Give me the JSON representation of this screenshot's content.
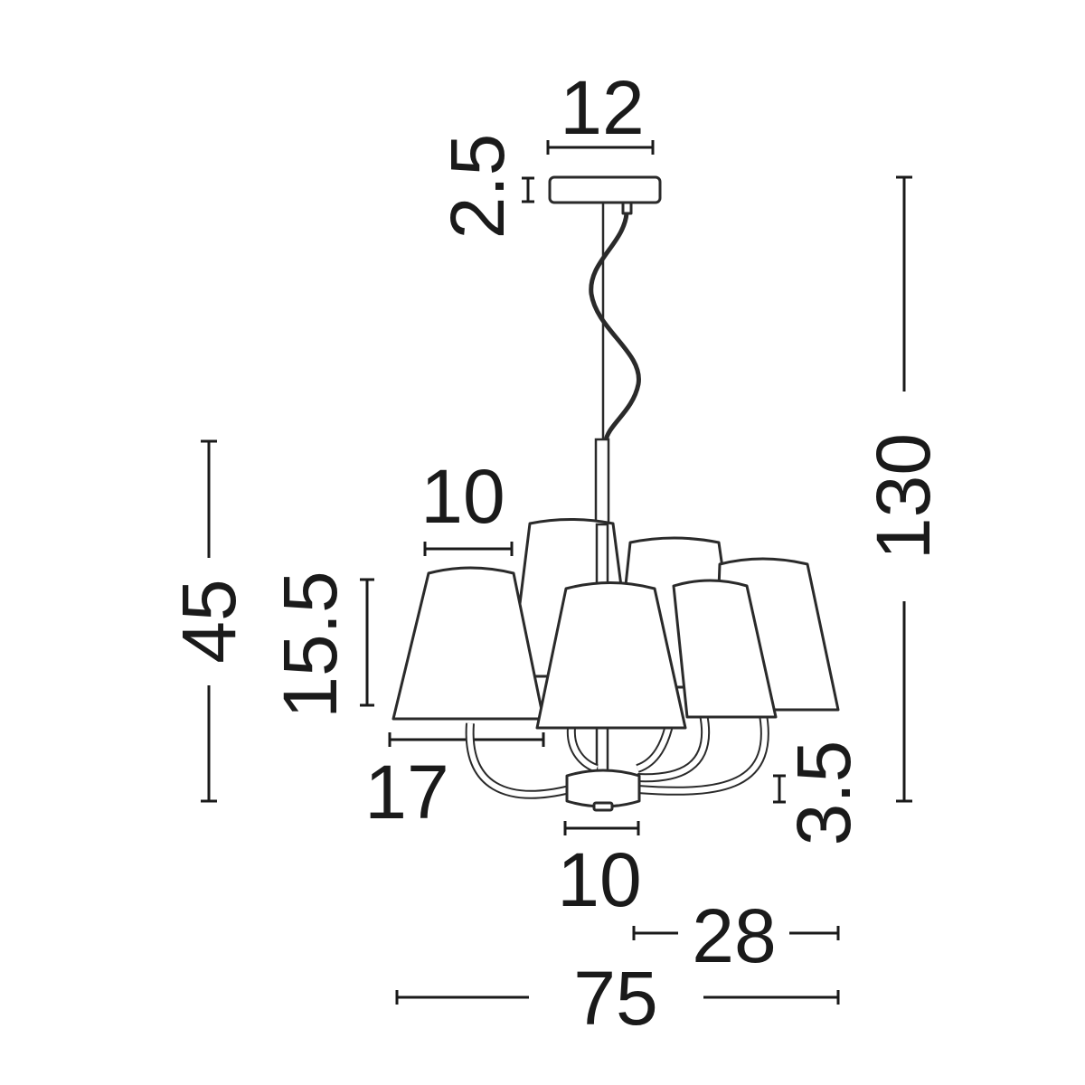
{
  "dimensions": {
    "canopy_width": "12",
    "canopy_height": "2.5",
    "total_height": "130",
    "body_height": "45",
    "shade_top_diameter": "10",
    "shade_height": "15.5",
    "arm_length": "17",
    "hub_height": "3.5",
    "hub_diameter": "10",
    "shade_bottom_diameter": "28",
    "total_diameter": "75"
  },
  "colors": {
    "ink": "#1a1a1a",
    "background": "#ffffff"
  }
}
